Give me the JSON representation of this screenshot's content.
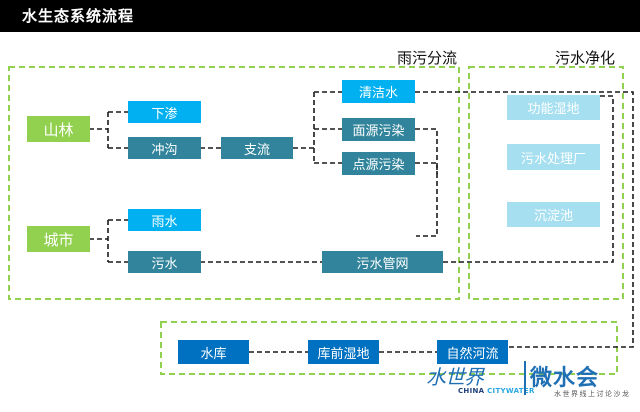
{
  "header": {
    "title": "水生态系统流程"
  },
  "regions": {
    "rain_sewage_separation": "雨污分流",
    "sewage_purification": "污水净化"
  },
  "nodes": {
    "mountain_forest": "山林",
    "infiltration": "下渗",
    "gully_flow": "冲沟",
    "tributary": "支流",
    "clean_water": "清洁水",
    "nonpoint_pollution": "面源污染",
    "point_pollution": "点源污染",
    "city": "城市",
    "rainwater": "雨水",
    "sewage": "污水",
    "sewer_network": "污水管网",
    "functional_wetland": "功能湿地",
    "sewage_treatment_plant": "污水处理厂",
    "sedimentation_tank": "沉淀池",
    "reservoir": "水库",
    "pre_reservoir_wetland": "库前湿地",
    "natural_river": "自然河流"
  },
  "logo": {
    "script": "水世界",
    "sub_prefix": "CHINA ",
    "sub_accent": "CITYWATER",
    "mark": "微水会",
    "tagline": "水世界线上讨论沙龙"
  },
  "colors": {
    "region_border": "#92d050",
    "connector": "#1a1a1a",
    "green": "#92d050",
    "cyan": "#00b0f0",
    "teal": "#31849b",
    "light_blue": "#a5dff0",
    "navy": "#0070c0"
  }
}
